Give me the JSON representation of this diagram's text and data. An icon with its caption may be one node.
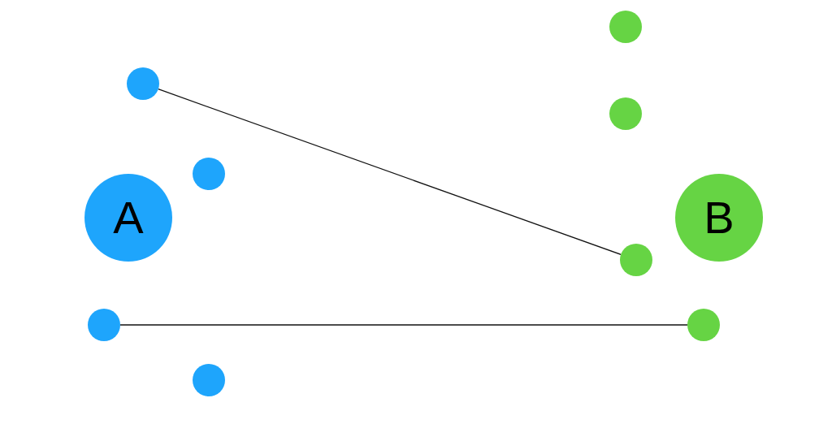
{
  "diagram": {
    "nodes": [
      {
        "text": [
          "A"
        ]
      },
      {
        "text": [],
        "shape": "circle"
      },
      {
        "text": [],
        "shape": "circle"
      },
      {
        "text": [],
        "shape": "circle"
      },
      {
        "text": [],
        "shape": "circle"
      },
      {
        "text": [
          "B"
        ]
      },
      {
        "text": [],
        "shape": "circle"
      },
      {
        "text": [],
        "shape": "circle"
      },
      {
        "text": [],
        "shape": "circle"
      },
      {
        "text": [],
        "shape": "circle"
      }
    ],
    "edges": [
      {
        "from": 1,
        "to": 8,
        "arrow": "none"
      },
      {
        "from": 3,
        "to": 9,
        "arrow": "none"
      }
    ]
  }
}
